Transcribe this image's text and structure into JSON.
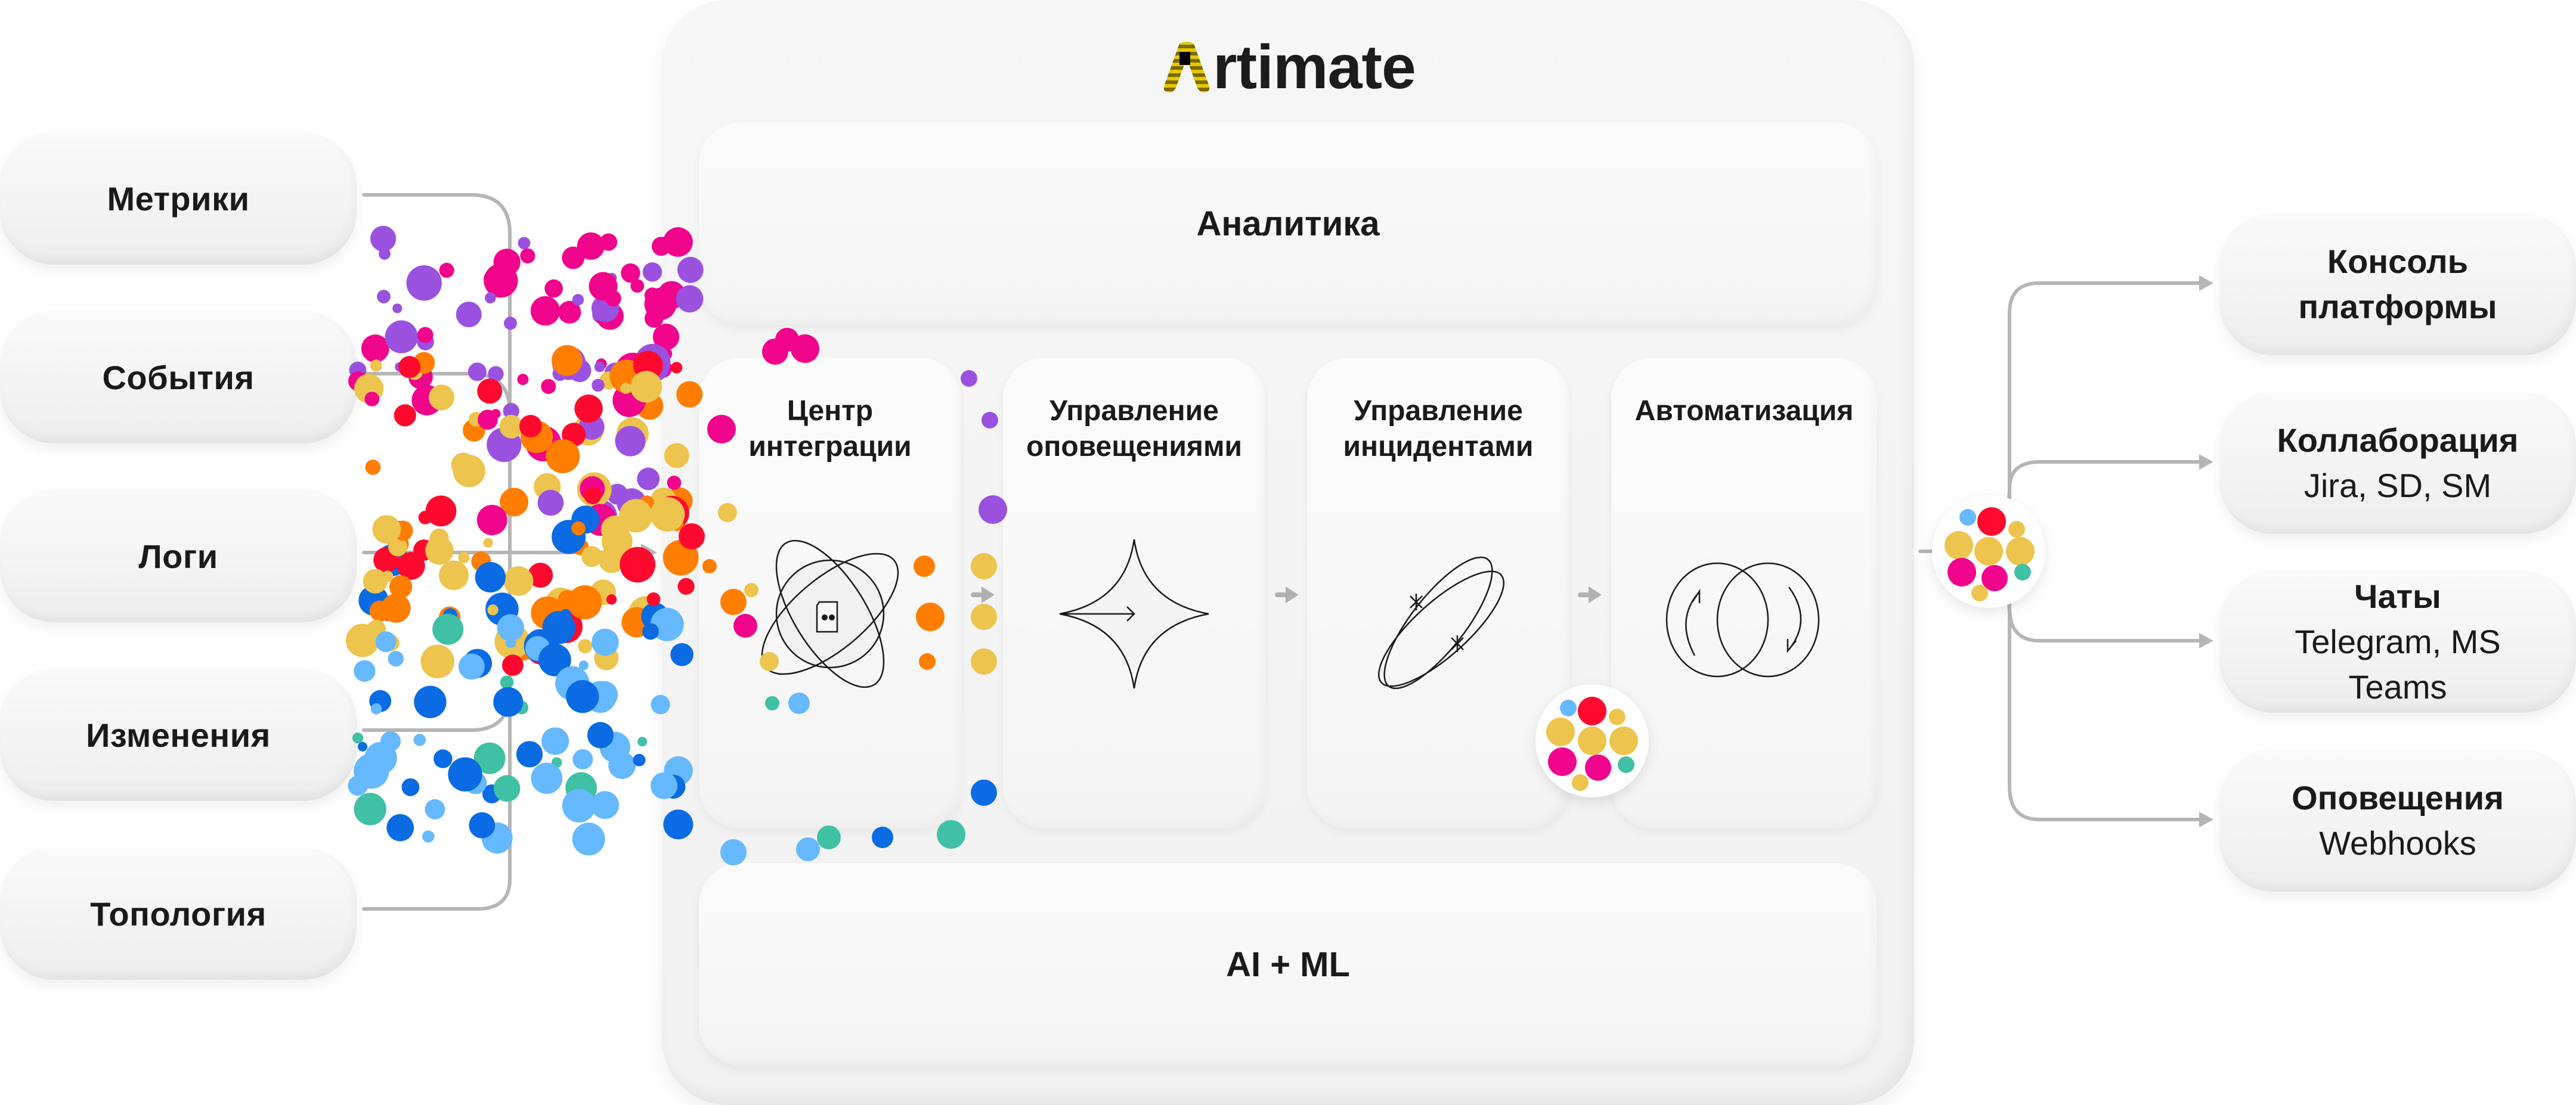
{
  "brand": {
    "name": "Artimate",
    "name_rest": "rtimate",
    "logo_accent": "#e6c800"
  },
  "sources": [
    {
      "label": "Метрики"
    },
    {
      "label": "События"
    },
    {
      "label": "Логи"
    },
    {
      "label": "Изменения"
    },
    {
      "label": "Топология"
    }
  ],
  "platform": {
    "top_band": {
      "label": "Аналитика"
    },
    "bottom_band": {
      "label": "AI + ML"
    },
    "modules": [
      {
        "title": "Центр\nинтеграции",
        "icon": "atom-plug-icon"
      },
      {
        "title": "Управление\nоповещениями",
        "icon": "four-point-star-arrow-icon"
      },
      {
        "title": "Управление\nинцидентами",
        "icon": "crossed-ellipses-icon"
      },
      {
        "title": "Автоматизация",
        "icon": "cycle-circles-icon"
      }
    ]
  },
  "outputs": [
    {
      "title": "Консоль платформы",
      "title_line1": "Консоль",
      "title_line2": "платформы",
      "subtitle": ""
    },
    {
      "title": "Коллаборация",
      "subtitle": "Jira, SD, SM"
    },
    {
      "title": "Чаты",
      "subtitle_line1": "Telegram, MS",
      "subtitle_line2": "Teams"
    },
    {
      "title": "Оповещения",
      "subtitle": "Webhooks"
    }
  ],
  "colors": {
    "purple": "#9b51e0",
    "magenta": "#f0048c",
    "red": "#ff0a2e",
    "orange": "#ff7e00",
    "yellow": "#ecc44e",
    "blue": "#0a6be3",
    "light_blue": "#66b8ff",
    "teal": "#40c0a4",
    "connector": "#b5b5b5"
  }
}
